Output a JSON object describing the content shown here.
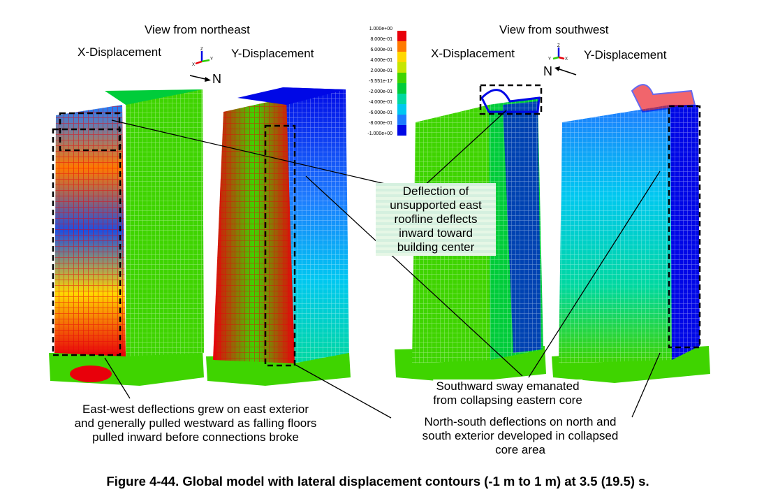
{
  "views": {
    "northeast": "View from northeast",
    "southwest": "View from southwest"
  },
  "panels": {
    "x_disp": "X-Displacement",
    "y_disp": "Y-Displacement"
  },
  "compass": {
    "north_label": "N",
    "axes": [
      "X",
      "Y",
      "Z"
    ]
  },
  "legend": {
    "labels": [
      "1.000e+00",
      "8.000e-01",
      "6.000e-01",
      "4.000e-01",
      "2.000e-01",
      "-5.551e-17",
      "-2.000e-01",
      "-4.000e-01",
      "-6.000e-01",
      "-8.000e-01",
      "-1.000e+00"
    ],
    "colors": [
      "#e8000b",
      "#ff7a00",
      "#ffd800",
      "#c6e600",
      "#3fd400",
      "#00cc3a",
      "#00d8a0",
      "#00c8f0",
      "#1e7cff",
      "#0008e6"
    ]
  },
  "annotations": {
    "deflection": [
      "Deflection of",
      "unsupported east",
      "roofline deflects",
      "inward toward",
      "building center"
    ],
    "southward": [
      "Southward sway emanated",
      "from collapsing eastern core"
    ],
    "east_west": [
      "East-west deflections grew on east exterior",
      "and generally pulled westward as falling floors",
      "pulled inward before connections broke"
    ],
    "north_south": [
      "North-south deflections on north and",
      "south exterior developed in collapsed",
      "core area"
    ]
  },
  "caption": "Figure 4-44. Global model with lateral displacement contours (-1 m to 1 m) at 3.5 (19.5) s."
}
